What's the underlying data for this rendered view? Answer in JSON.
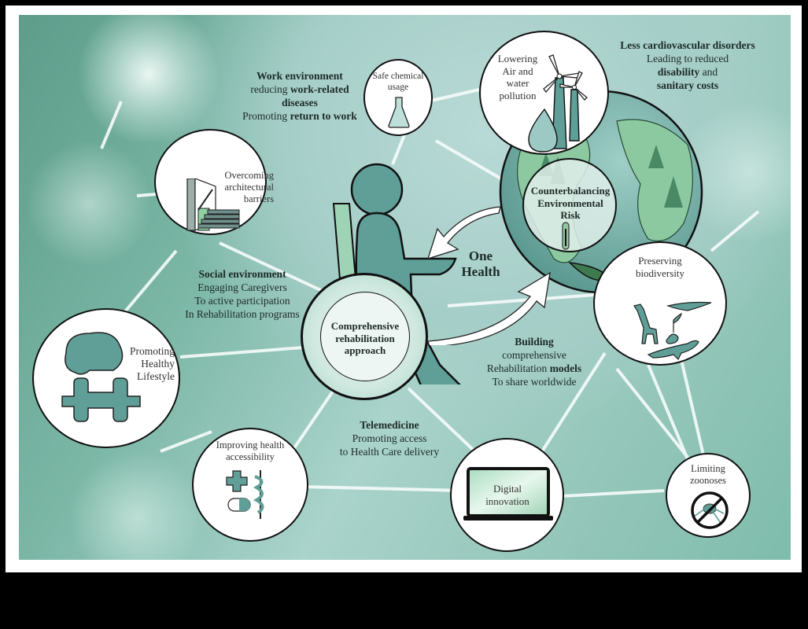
{
  "diagram": {
    "center": {
      "label": "Comprehensive rehabilitation approach",
      "lines": [
        "Comprehensive",
        "rehabilitation",
        "approach"
      ]
    },
    "one_health": {
      "lines": [
        "One",
        "Health"
      ]
    },
    "globe": {
      "lines": [
        "Counterbalancing",
        "Environmental",
        "Risk"
      ],
      "icon": "thermometer-icon"
    },
    "nodes": [
      {
        "id": "safe-chemical",
        "lines": [
          "Safe chemical",
          "usage"
        ],
        "icon": "flask-icon"
      },
      {
        "id": "pollution",
        "lines": [
          "Lowering",
          "Air and",
          "water",
          "pollution"
        ],
        "icon": "wind-turbine-icon"
      },
      {
        "id": "architectural",
        "lines": [
          "Overcoming",
          "architectural",
          "barriers"
        ],
        "icon": "stairs-icon"
      },
      {
        "id": "healthy-lifestyle",
        "lines": [
          "Promoting",
          "Healthy",
          "Lifestyle"
        ],
        "icon": "brain-dumbbell-icon"
      },
      {
        "id": "biodiversity",
        "lines": [
          "Preserving",
          "biodiversity"
        ],
        "icon": "animals-icon"
      },
      {
        "id": "health-accessibility",
        "lines": [
          "Improving health",
          "accessibility"
        ],
        "icon": "medical-cross-icon"
      },
      {
        "id": "digital",
        "lines": [
          "Digital",
          "innovation"
        ],
        "icon": "laptop-icon"
      },
      {
        "id": "zoonoses",
        "lines": [
          "Limiting",
          "zoonoses"
        ],
        "icon": "no-tick-icon"
      }
    ],
    "annotations": {
      "work": {
        "l1": "Work environment",
        "l2a": "reducing ",
        "l2b": "work-related",
        "l3": "diseases",
        "l4a": "Promoting ",
        "l4b": "return to work"
      },
      "cardio": {
        "l1": "Less cardiovascular disorders",
        "l2": "Leading to reduced",
        "l3a": "disability",
        "l3b": " and",
        "l4": "sanitary costs"
      },
      "social": {
        "l1": "Social environment",
        "l2": "Engaging Caregivers",
        "l3": "To active participation",
        "l4": "In Rehabilitation programs"
      },
      "building": {
        "l1": "Building",
        "l2": "comprehensive",
        "l3a": "Rehabilitation ",
        "l3b": "models",
        "l4": "To share worldwide"
      },
      "telemedicine": {
        "l1": "Telemedicine",
        "l2": "Promoting access",
        "l3": "to Health Care delivery"
      }
    },
    "colors": {
      "teal_fill": "#5f9f98",
      "dark_outline": "#111111",
      "light_green": "#9fd3b5",
      "background_teal": "#7cb7a6",
      "frame": "#ffffff",
      "outer": "#000000"
    }
  }
}
